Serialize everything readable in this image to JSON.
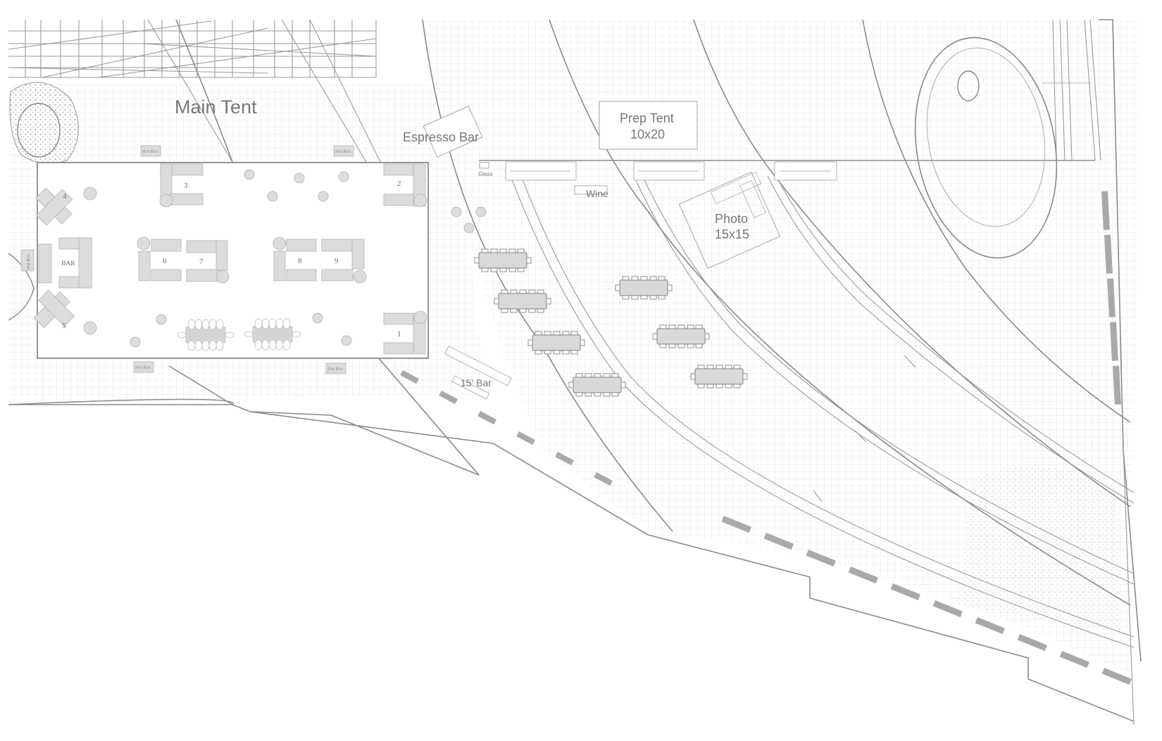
{
  "labels": {
    "main_tent": "Main Tent",
    "espresso_bar": "Espresso Bar",
    "prep_tent_line1": "Prep Tent",
    "prep_tent_line2": "10x20",
    "photo_line1": "Photo",
    "photo_line2": "15x15",
    "wine": "Wine",
    "glass": "Glass",
    "bar_15": "15' Bar",
    "bar": "BAR",
    "hot_box": "Hot Box"
  },
  "tables": {
    "t1": "1",
    "t2": "2",
    "t3": "3",
    "t4": "4",
    "t5": "5",
    "t6": "6",
    "t7": "7",
    "t8": "8",
    "t9": "9"
  },
  "colors": {
    "line": "#8a8a8a",
    "furniture": "#dcdcdc",
    "grid": "#e4e4e4",
    "dashes": "#a9a9a9"
  }
}
